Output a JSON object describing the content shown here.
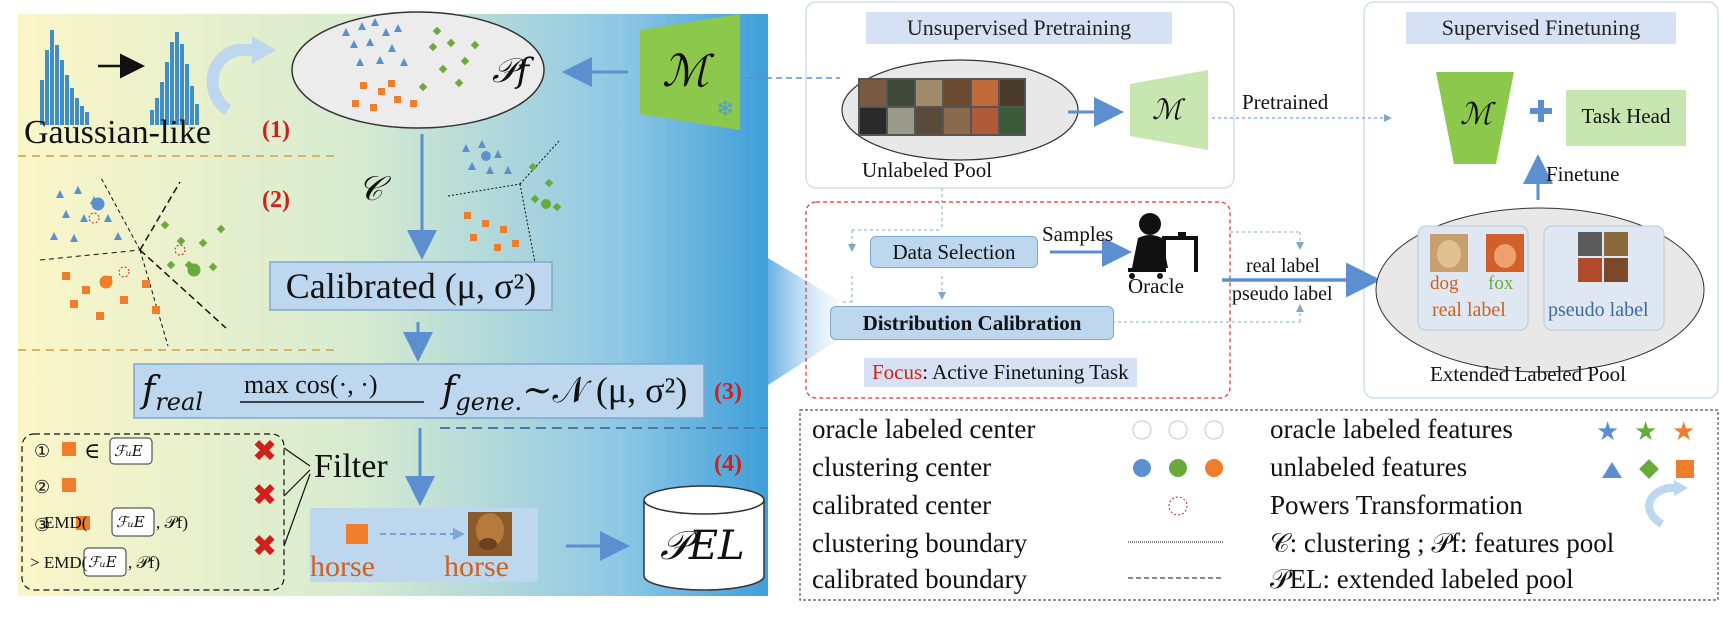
{
  "colors": {
    "blue_mark": "#5b8fd0",
    "green_mark": "#6aaa3a",
    "orange_mark": "#ef7d2a",
    "model_green": "#8cc84b",
    "model_green_light": "#c7e6b0",
    "red_label": "#d0201c",
    "box_blue": "#bcd7ee",
    "title_blue": "#d6e2f4"
  },
  "left": {
    "gaussian_label": "Gaussian-like",
    "step1": "(1)",
    "step2": "(2)",
    "step3": "(3)",
    "step4": "(4)",
    "features_pool_symbol": "𝒫f",
    "model_symbol": "ℳ",
    "clustering_symbol": "𝒞",
    "calibrated_box": "Calibrated (μ, σ²)",
    "formula": {
      "f_real": "f",
      "f_real_sub": "real",
      "max_cos": "max cos(·, ·)",
      "f_gene": "f",
      "f_gene_sub": "gene.",
      "distribution": "∼𝒩 (μ, σ²)"
    },
    "filter_label": "Filter",
    "filter_items": [
      {
        "num": "①",
        "text": "∈"
      },
      {
        "num": "②",
        "text": ""
      },
      {
        "num": "③",
        "text": "EMD(",
        "tail": ", 𝒫f)"
      },
      {
        "num": "",
        "text": "> EMD(",
        "tail": ", 𝒫f)"
      }
    ],
    "cylinder_label": "ℱᵤE",
    "horse_left": "horse",
    "horse_right": "horse",
    "extended_pool_symbol": "𝒫EL"
  },
  "right": {
    "unsup_title": "Unsupervised Pretraining",
    "sup_title": "Supervised Finetuning",
    "unlabeled_pool": "Unlabeled Pool",
    "pretrained": "Pretrained",
    "model_symbol": "ℳ",
    "task_head": "Task Head",
    "finetune": "Finetune",
    "data_selection": "Data Selection",
    "samples": "Samples",
    "oracle": "Oracle",
    "distribution_calibration": "Distribution Calibration",
    "focus_word": "Focus",
    "focus_rest": ": Active Finetuning Task",
    "real_label": "real label",
    "pseudo_label": "pseudo label",
    "dog": "dog",
    "fox": "fox",
    "real_label_inner": "real label",
    "pseudo_label_inner": "pseudo label",
    "extended_labeled_pool": "Extended Labeled Pool"
  },
  "legend": {
    "left": [
      {
        "label": "oracle labeled center"
      },
      {
        "label": "clustering center"
      },
      {
        "label": "calibrated center"
      },
      {
        "label": "clustering boundary"
      },
      {
        "label": "calibrated boundary"
      }
    ],
    "right": [
      {
        "label": "oracle labeled features"
      },
      {
        "label": "unlabeled features"
      },
      {
        "label": "Powers Transformation"
      },
      {
        "label": "𝒞: clustering ; 𝒫f: features pool"
      },
      {
        "label": "𝒫EL: extended labeled pool"
      }
    ]
  }
}
